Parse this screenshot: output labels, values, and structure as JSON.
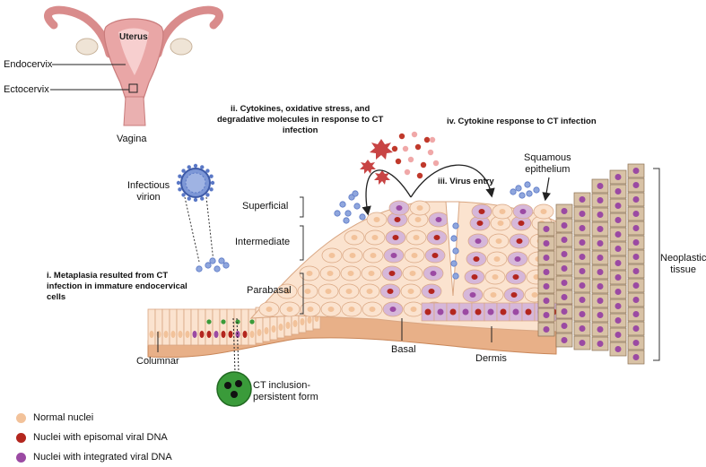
{
  "colors": {
    "normal_nuclei": "#f2c29a",
    "episomal": "#b3261e",
    "integrated": "#9b4aa3",
    "cell_fill": "#fbe3cf",
    "cell_stroke": "#d9a682",
    "infected_cell": "#d6b7d9",
    "virion": "#5a78c6",
    "ct_inclusion": "#3a9b3a",
    "uterus": "#e9a6a6",
    "neoplastic": "#d8c2a6"
  },
  "anatomy": {
    "uterus": "Uterus",
    "endocervix": "Endocervix",
    "ectocervix": "Ectocervix",
    "vagina": "Vagina"
  },
  "labels": {
    "infectious_virion": "Infectious\nvirion",
    "superficial": "Superficial",
    "intermediate": "Intermediate",
    "parabasal": "Parabasal",
    "columnar": "Columnar",
    "basal": "Basal",
    "dermis": "Dermis",
    "squamous_epithelium": "Squamous\nepithelium",
    "neoplastic_tissue": "Neoplastic\ntissue",
    "ct_inclusion": "CT inclusion-\npersistent form"
  },
  "annotations": {
    "i": "i. Metaplasia resulted from CT\ninfection in immature endocervical\ncells",
    "ii": "ii. Cytokines, oxidative stress, and\ndegradative molecules in response to CT\ninfection",
    "iii": "iii. Virus entry",
    "iv": "iv. Cytokine response to CT infection"
  },
  "legend": [
    {
      "label": "Normal nuclei",
      "color": "#f2c29a"
    },
    {
      "label": "Nuclei with episomal viral DNA",
      "color": "#b3261e"
    },
    {
      "label": "Nuclei with integrated viral DNA",
      "color": "#9b4aa3"
    }
  ]
}
